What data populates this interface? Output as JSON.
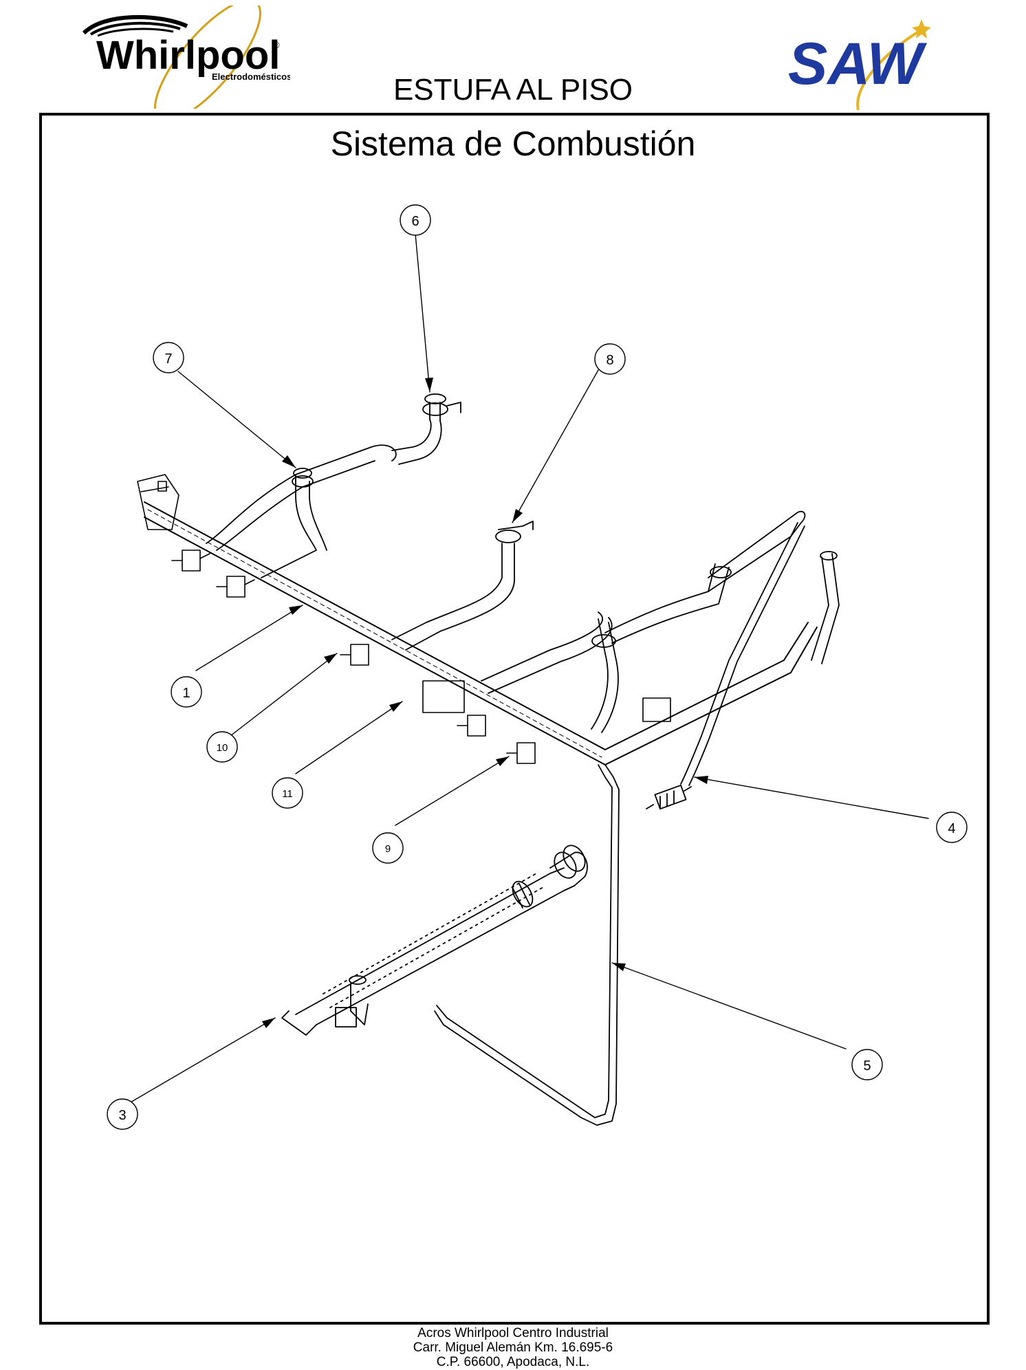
{
  "logos": {
    "left": {
      "name": "Whirlpool",
      "tagline": "Electrodomésticos",
      "mark": "®"
    },
    "right": {
      "name": "SAW"
    }
  },
  "header": {
    "title": "ESTUFA AL PISO"
  },
  "section": {
    "title": "Sistema de Combustión"
  },
  "callouts": [
    {
      "id": "6",
      "label": "6"
    },
    {
      "id": "7",
      "label": "7"
    },
    {
      "id": "8",
      "label": "8"
    },
    {
      "id": "1",
      "label": "1"
    },
    {
      "id": "10",
      "label": "10"
    },
    {
      "id": "11",
      "label": "11"
    },
    {
      "id": "9",
      "label": "9"
    },
    {
      "id": "4",
      "label": "4"
    },
    {
      "id": "5",
      "label": "5"
    },
    {
      "id": "3",
      "label": "3"
    }
  ],
  "footer": {
    "line1": "Acros Whirlpool Centro Industrial",
    "line2": "Carr. Miguel Alemán Km. 16.695-6",
    "line3": "C.P. 66600, Apodaca, N.L."
  },
  "colors": {
    "whirlpool_gold": "#d4a017",
    "saw_blue": "#1e3a9e",
    "saw_gold": "#e6b422"
  }
}
